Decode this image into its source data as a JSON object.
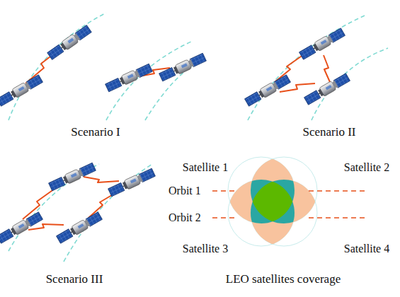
{
  "diagram": {
    "labels": [
      "Scenario I",
      "Scenario II",
      "Satellite 1",
      "Satellite 2",
      "Orbit 1",
      "Orbit 2",
      "Satellite 3",
      "Satellite 4",
      "Scenario III",
      "LEO satellites coverage"
    ]
  }
}
